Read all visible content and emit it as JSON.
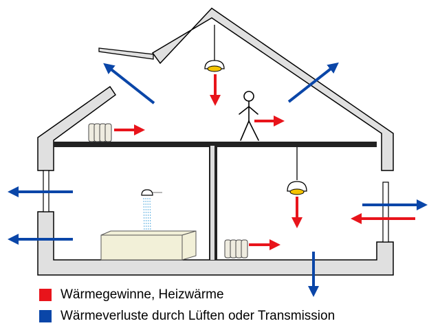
{
  "colors": {
    "gain": "#e8141b",
    "loss": "#0a46a8",
    "wall_fill": "#e0e0e0",
    "wall_stroke": "#000000",
    "floor_beam": "#222222",
    "lamp_bulb": "#f4c400",
    "tub": "#f2f0d8",
    "radiator": "#efece0",
    "shower_water": "#5aaee0"
  },
  "legend": [
    {
      "kind": "gain",
      "label": "Wärmegewinne, Heizwärme",
      "swatch_color": "#e8141b"
    },
    {
      "kind": "loss",
      "label": "Wärmeverluste durch Lüften oder Transmission",
      "swatch_color": "#0a46a8"
    }
  ],
  "elements": {
    "heat_gain_arrows": [
      "ceiling-lamp-attic",
      "person",
      "radiator-attic",
      "ceiling-lamp-room",
      "radiator-room",
      "window-right-inflow"
    ],
    "heat_loss_arrows": [
      "open-roof-hatch",
      "roof-transmission",
      "window-left-upper",
      "window-left-lower",
      "window-right-outflow",
      "floor-transmission"
    ],
    "icons": [
      "roof-window-icon",
      "ceiling-lamp-icon",
      "person-icon",
      "radiator-icon",
      "bathtub-icon",
      "shower-head-icon"
    ]
  }
}
